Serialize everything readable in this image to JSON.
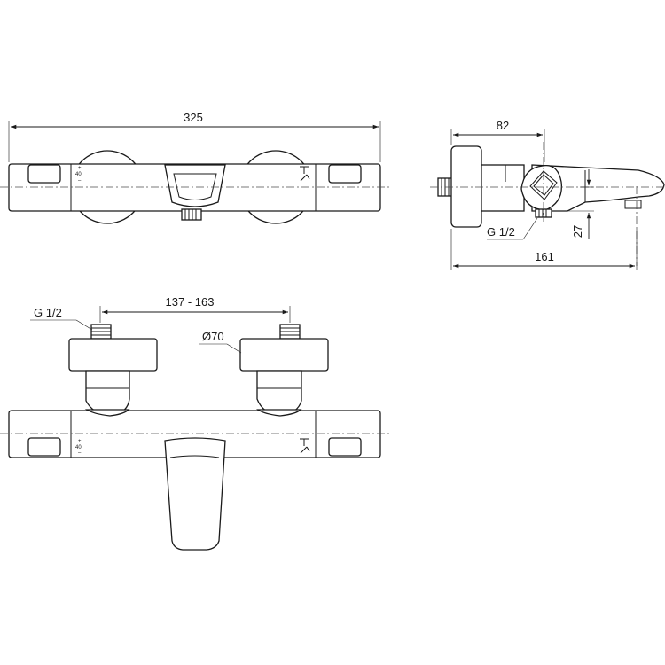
{
  "dimensions": {
    "overall_length": "325",
    "side_depth": "82",
    "side_length": "161",
    "spout_offset": "27",
    "side_thread": "G 1/2",
    "front_thread": "G 1/2",
    "inlet_distance": "137 - 163",
    "escutcheon_diameter": "Ø70"
  },
  "markings": {
    "temp_plus_top": "+",
    "temp_value_top": "40",
    "temp_minus_top": "–",
    "temp_plus_front": "+",
    "temp_value_front": "40",
    "temp_minus_front": "–"
  }
}
